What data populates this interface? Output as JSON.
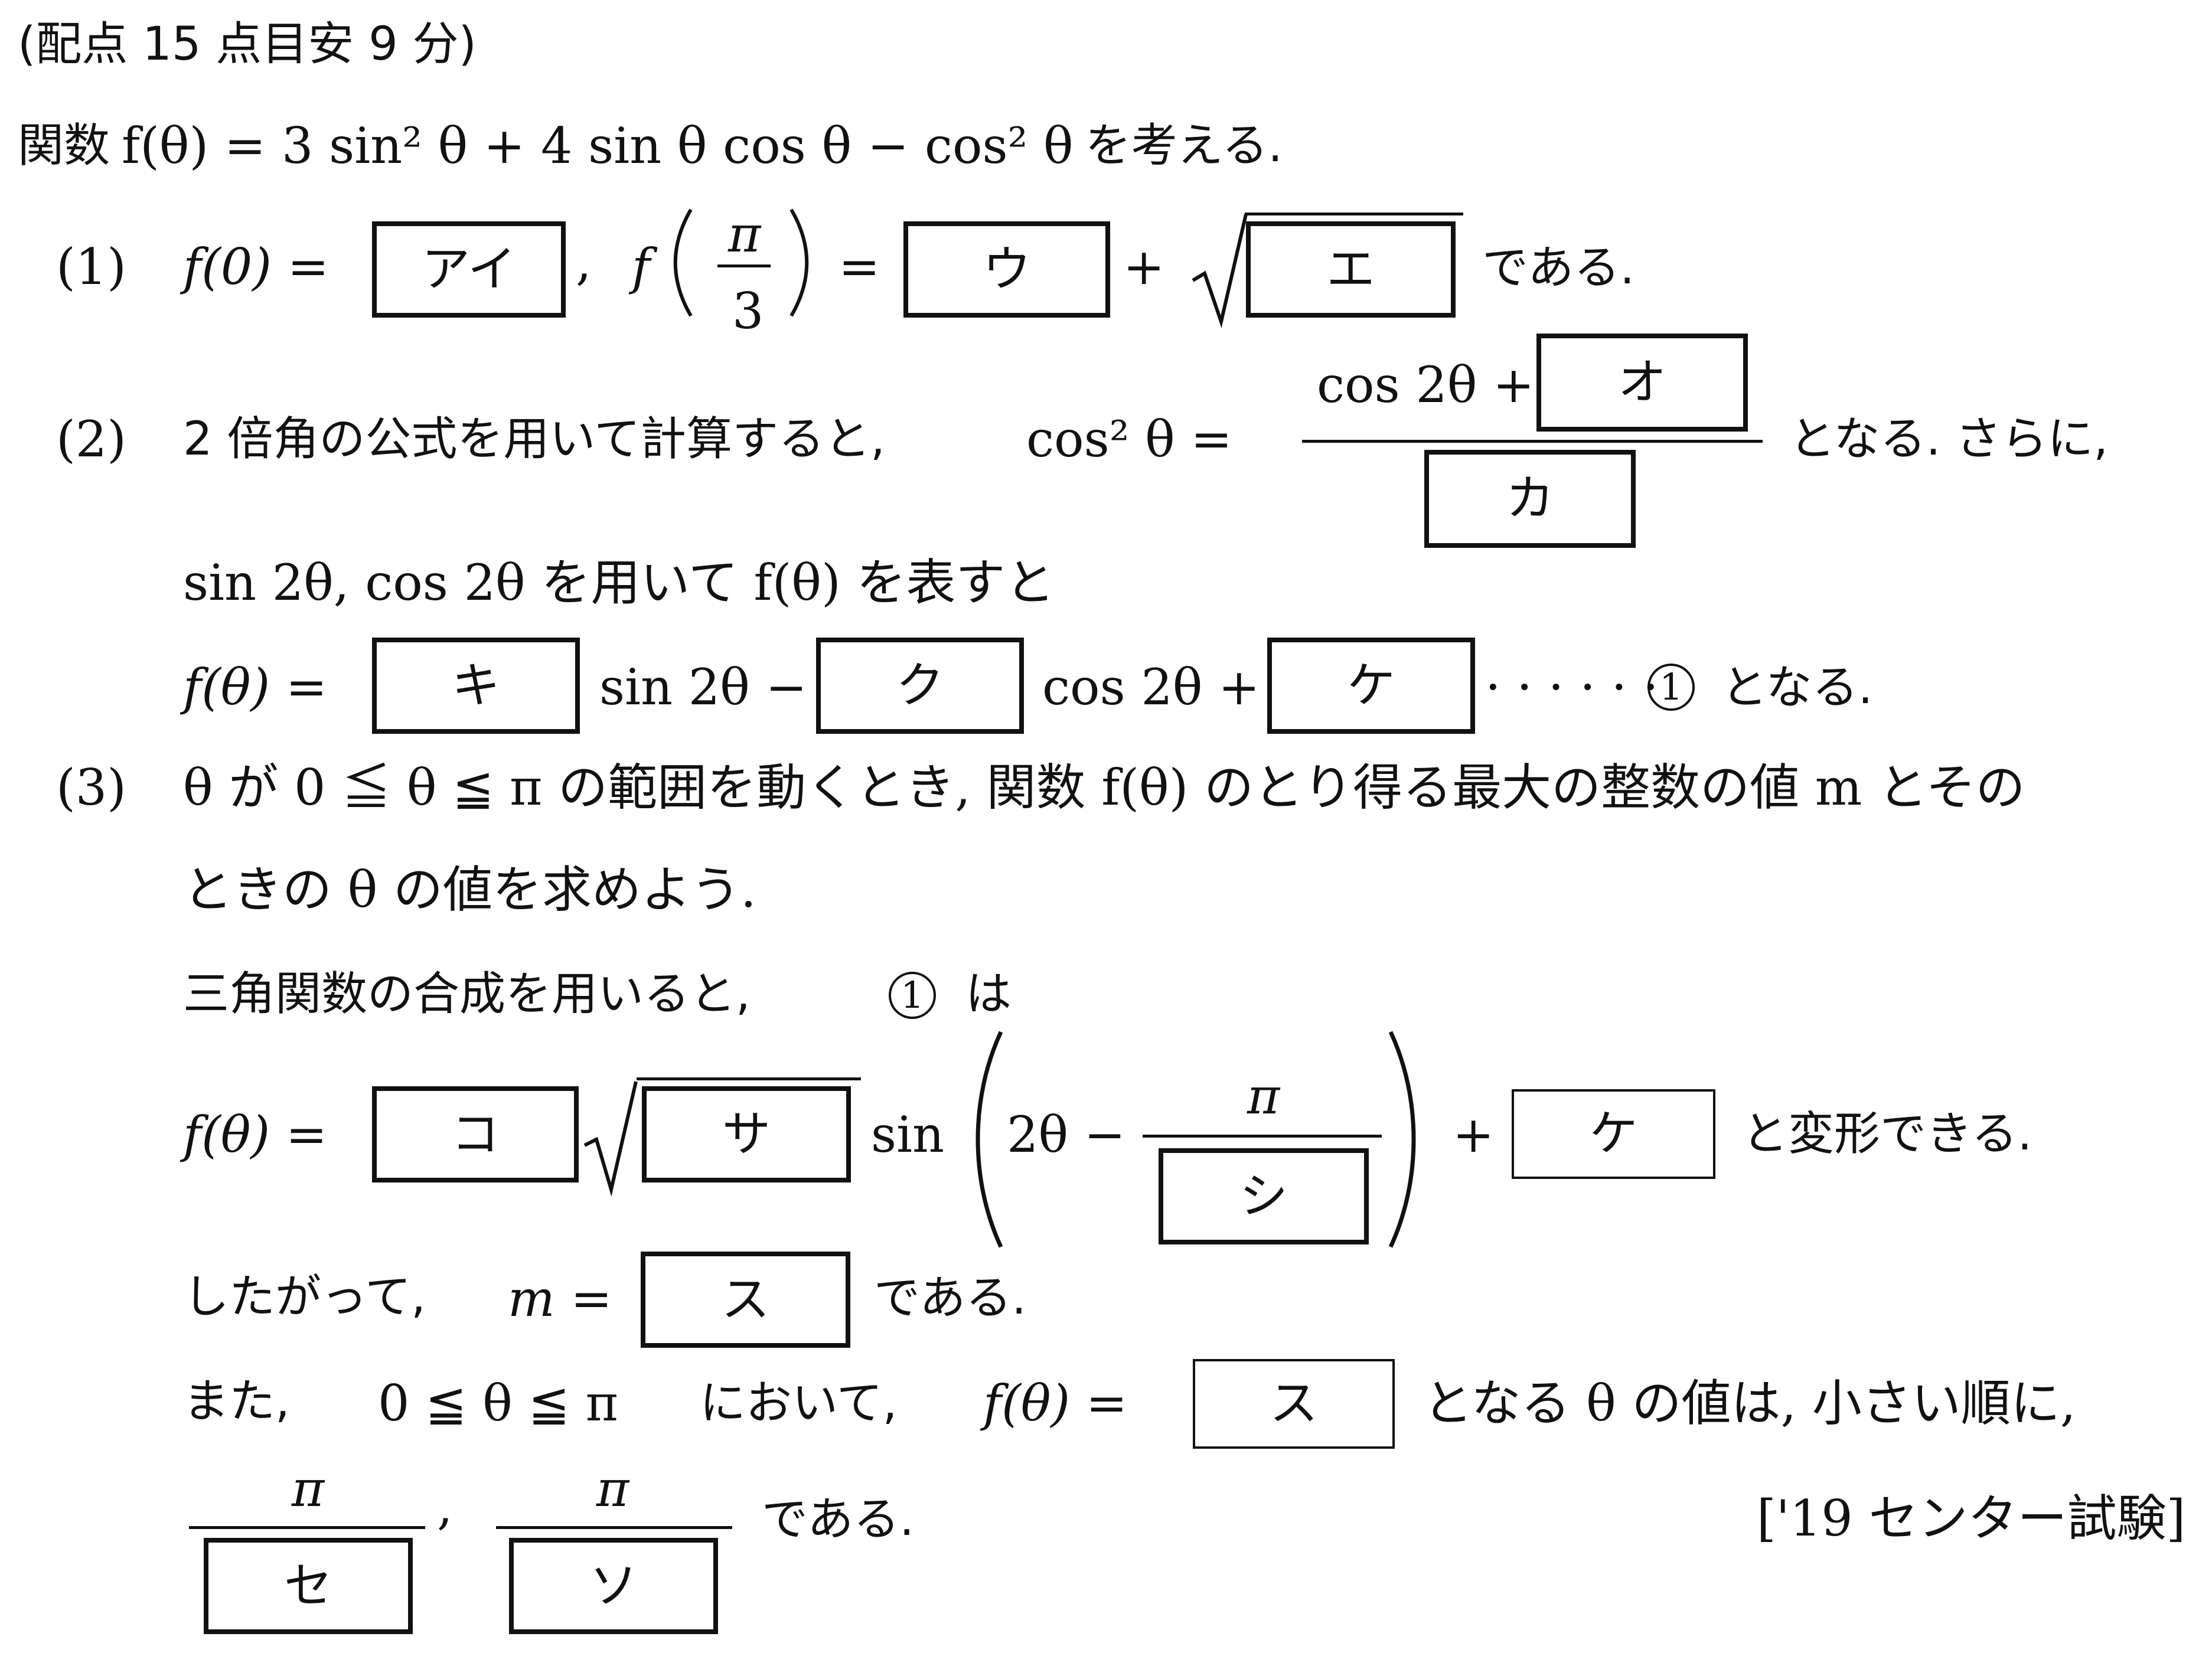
{
  "header": {
    "points": "(配点 15 点目安 9 分)"
  },
  "intro": {
    "lead": "関数",
    "formula": "f(θ) = 3 sin² θ + 4 sin θ cos θ − cos² θ",
    "tail": "を考える."
  },
  "q1": {
    "num": "(1)",
    "f0": "f(0) =",
    "box1": "アイ",
    "sep": ",",
    "fpi_prefix": "f",
    "pi": "π",
    "three": "3",
    "equals": "=",
    "box2": "ウ",
    "plus": "+",
    "box3": "エ",
    "tail": "である."
  },
  "q2": {
    "num": "(2)",
    "text": "2 倍角の公式を用いて計算すると,",
    "lhs": "cos² θ =",
    "numerator_prefix": "cos 2θ +",
    "box_num": "オ",
    "box_den": "カ",
    "tail": "となる. さらに,",
    "line2": "sin 2θ, cos 2θ を用いて f(θ) を表すと",
    "f_eq": "f(θ) =",
    "box_ki": "キ",
    "sin_minus": "sin 2θ −",
    "box_ku": "ク",
    "cos_plus": "cos 2θ +",
    "box_ke": "ケ",
    "dots": "· · · · · ·",
    "circle": "1",
    "eq_tail": "となる."
  },
  "q3": {
    "num": "(3)",
    "line1": "θ が 0 ≦ θ ≦ π の範囲を動くとき, 関数 f(θ) のとり得る最大の整数の値 m とその",
    "line2": "ときの θ の値を求めよう.",
    "line3_prefix": "三角関数の合成を用いると,",
    "line3_circle": "1",
    "line3_tail": "は",
    "f_eq": "f(θ) =",
    "box_ko": "コ",
    "box_sa": "サ",
    "sin": "sin",
    "two_theta_minus": "2θ −",
    "pi": "π",
    "box_shi": "シ",
    "plus": "+",
    "box_ke": "ケ",
    "transform_tail": "と変形できる.",
    "therefore": "したがって,",
    "m_eq": "m =",
    "box_su": "ス",
    "therefore_tail": "である.",
    "also_prefix": "また,",
    "range": "0 ≦ θ ≦ π",
    "also_mid": "において,",
    "f_eq2": "f(θ) =",
    "box_su2": "ス",
    "also_tail": "となる θ の値は, 小さい順に,",
    "frac_pi_1": "π",
    "box_se": "セ",
    "comma": ",",
    "frac_pi_2": "π",
    "box_so": "ソ",
    "final_tail": "である.",
    "source": "['19 センター試験]"
  }
}
